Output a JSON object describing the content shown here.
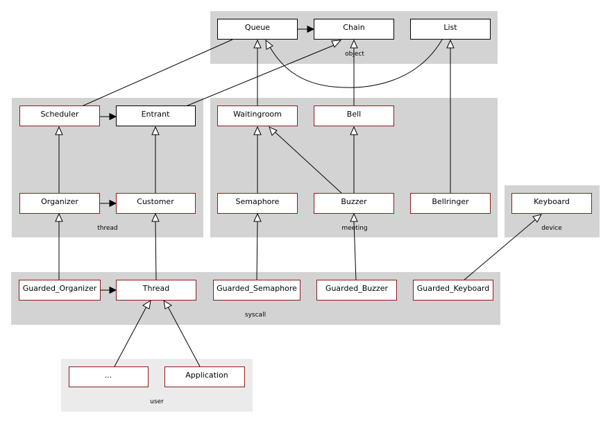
{
  "packages": {
    "object": "object",
    "thread": "thread",
    "meeting": "meeting",
    "device": "device",
    "syscall": "syscall",
    "user": "user"
  },
  "classes": {
    "queue": "Queue",
    "chain": "Chain",
    "list": "List",
    "scheduler": "Scheduler",
    "entrant": "Entrant",
    "waitingroom": "Waitingroom",
    "bell": "Bell",
    "organizer": "Organizer",
    "customer": "Customer",
    "semaphore": "Semaphore",
    "buzzer": "Buzzer",
    "bellringer": "Bellringer",
    "keyboard": "Keyboard",
    "guarded_organizer": "Guarded_Organizer",
    "thread": "Thread",
    "guarded_semaphore": "Guarded_Semaphore",
    "guarded_buzzer": "Guarded_Buzzer",
    "guarded_keyboard": "Guarded_Keyboard",
    "ellipsis": "...",
    "application": "Application"
  }
}
